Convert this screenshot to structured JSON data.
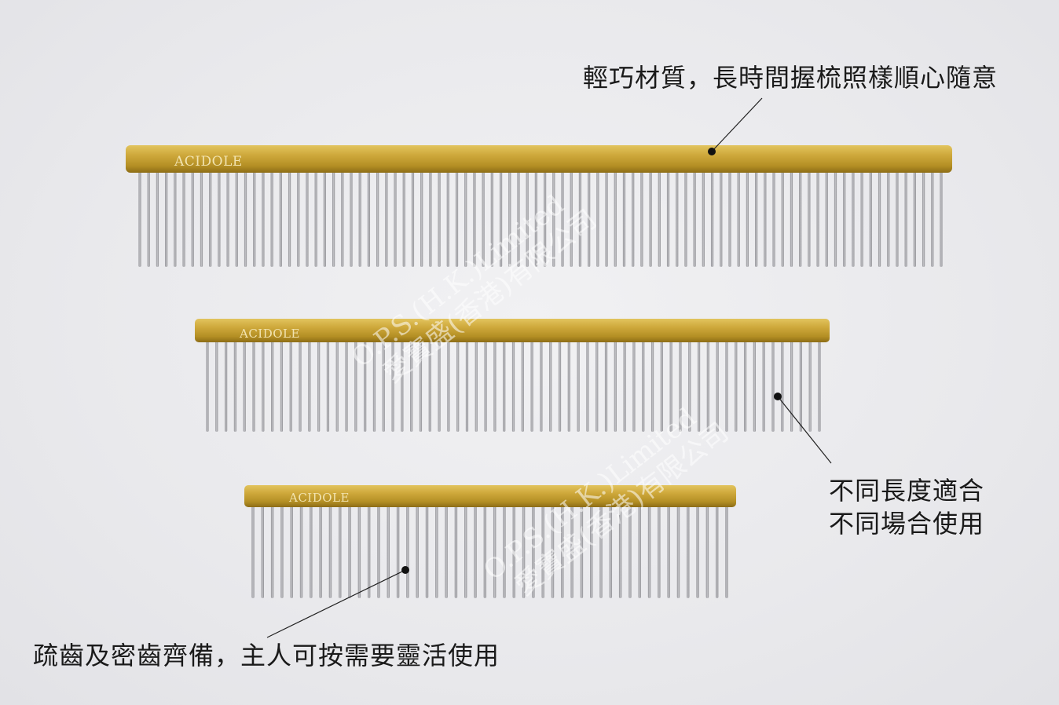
{
  "captions": {
    "top": "輕巧材質，長時間握梳照樣順心隨意",
    "middle_line1": "不同長度適合",
    "middle_line2": "不同場合使用",
    "bottom": "疏齒及密齒齊備，主人可按需要靈活使用"
  },
  "brand": "ACIDOLE",
  "watermark": {
    "line1": "O.P.S.(H.K.)Limited",
    "line2": "愛寶盛(香港)有限公司"
  },
  "colors": {
    "background": "#ebebee",
    "handle_gold": "#c9a437",
    "teeth_steel": "#a9a9ad",
    "caption_text": "#1a1a1a"
  },
  "combs": [
    {
      "name": "large comb",
      "teeth": 92
    },
    {
      "name": "medium comb",
      "teeth": 67
    },
    {
      "name": "small comb",
      "teeth": 50
    }
  ]
}
